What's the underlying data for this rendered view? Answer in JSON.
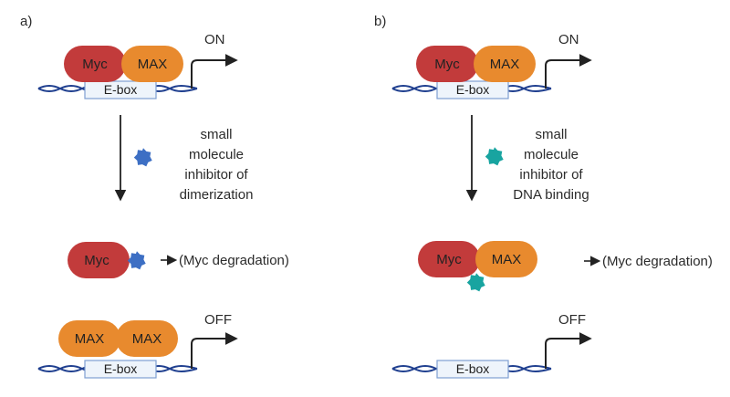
{
  "panels": {
    "a": {
      "label": "a)",
      "top": {
        "state": "ON",
        "protein_left": "Myc",
        "protein_right": "MAX",
        "site": "E-box"
      },
      "inhibitor": {
        "lines": [
          "small",
          "molecule",
          "inhibitor of",
          "dimerization"
        ],
        "color": "#3d6fc4"
      },
      "middle": {
        "protein": "Myc",
        "result": "(Myc degradation)"
      },
      "bottom": {
        "state": "OFF",
        "protein_left": "MAX",
        "protein_right": "MAX",
        "site": "E-box"
      }
    },
    "b": {
      "label": "b)",
      "top": {
        "state": "ON",
        "protein_left": "Myc",
        "protein_right": "MAX",
        "site": "E-box"
      },
      "inhibitor": {
        "lines": [
          "small",
          "molecule",
          "inhibitor of",
          "DNA binding"
        ],
        "color": "#18a4a0"
      },
      "middle": {
        "protein_left": "Myc",
        "protein_right": "MAX",
        "result": "(Myc degradation)"
      },
      "bottom": {
        "state": "OFF",
        "site": "E-box"
      }
    }
  },
  "colors": {
    "myc": "#c23b3b",
    "max": "#e88a2e",
    "dna": "#1f3f8f",
    "ebox_fill": "#eef4fb",
    "ebox_stroke": "#7f9fd3"
  }
}
